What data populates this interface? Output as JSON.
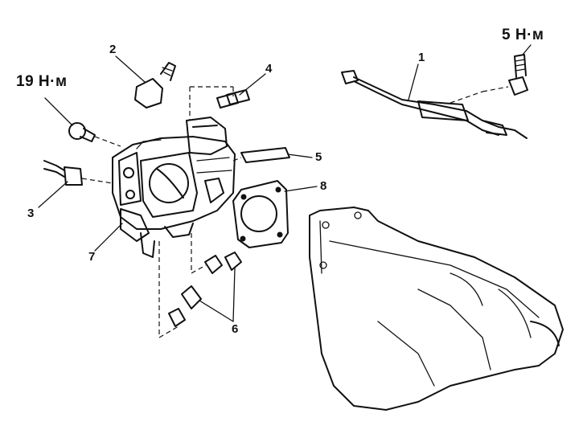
{
  "torque_labels": {
    "left": "19 Н·м",
    "right": "5 Н·м"
  },
  "callouts": [
    {
      "id": "1",
      "text": "1"
    },
    {
      "id": "2",
      "text": "2"
    },
    {
      "id": "3",
      "text": "3"
    },
    {
      "id": "4",
      "text": "4"
    },
    {
      "id": "5",
      "text": "5"
    },
    {
      "id": "6",
      "text": "6"
    },
    {
      "id": "7",
      "text": "7"
    },
    {
      "id": "8",
      "text": "8"
    }
  ],
  "colors": {
    "ink": "#111111",
    "background": "#ffffff"
  }
}
